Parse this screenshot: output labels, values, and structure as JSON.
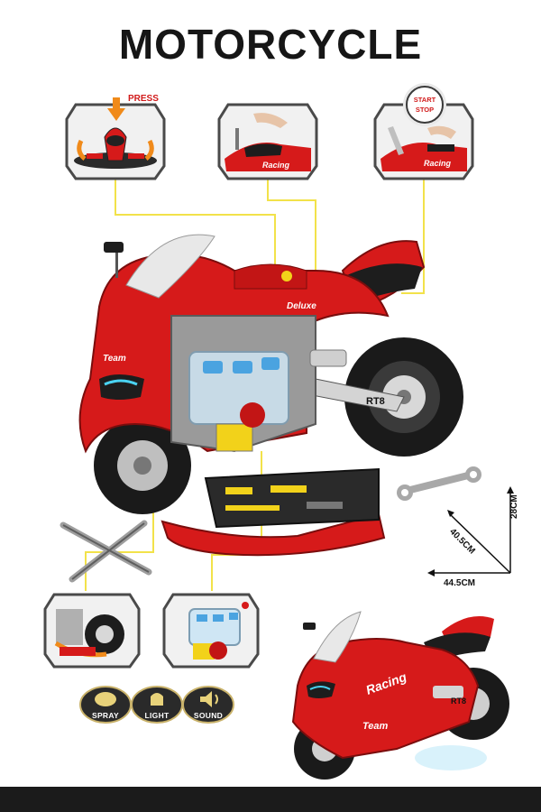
{
  "title": "MOTORCYCLE",
  "callouts": {
    "press_label": "PRESS",
    "start_label": "START",
    "stop_label": "STOP"
  },
  "bike_decals": {
    "brand": "Deluxe",
    "team": "Team",
    "model": "RT8",
    "racing": "Racing"
  },
  "dimensions": {
    "height": "28CM",
    "depth": "40.5CM",
    "width": "44.5CM"
  },
  "features": [
    {
      "label": "SPRAY",
      "icon": "spray-icon"
    },
    {
      "label": "LIGHT",
      "icon": "light-icon"
    },
    {
      "label": "SOUND",
      "icon": "sound-icon"
    }
  ],
  "colors": {
    "body_red": "#d61a1a",
    "dark": "#1d1d1d",
    "leader_line": "#f2e24a",
    "grey": "#8a8a8a"
  }
}
